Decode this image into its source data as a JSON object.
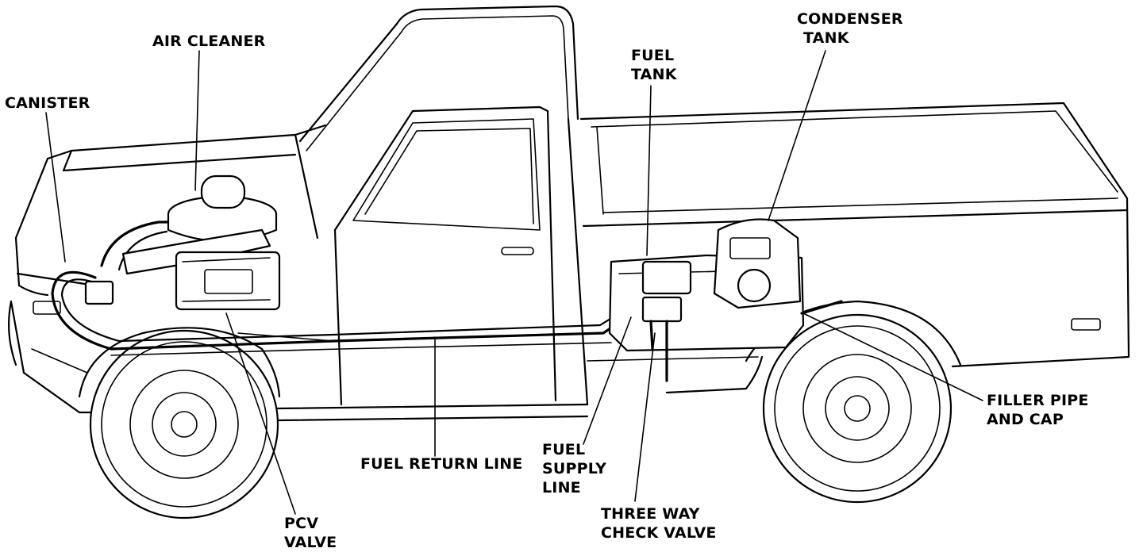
{
  "labels": {
    "canister": "CANISTER",
    "air_cleaner": "AIR CLEANER",
    "fuel_tank": [
      "FUEL",
      "TANK"
    ],
    "condenser_tank": [
      "CONDENSER",
      "TANK"
    ],
    "filler_pipe": [
      "FILLER PIPE",
      "AND CAP"
    ],
    "fuel_return_line": "FUEL RETURN LINE",
    "fuel_supply_line": [
      "FUEL",
      "SUPPLY",
      "LINE"
    ],
    "three_way_check_valve": [
      "THREE WAY",
      "CHECK VALVE"
    ],
    "pcv_valve": [
      "PCV",
      "VALVE"
    ]
  }
}
